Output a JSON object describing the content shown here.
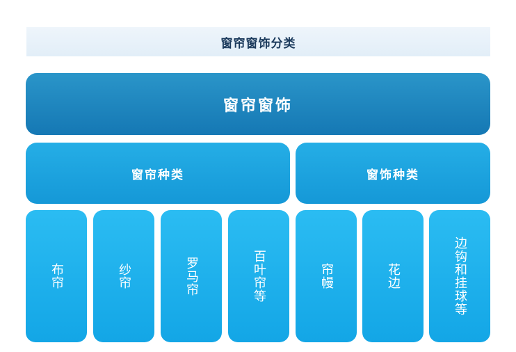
{
  "title": "窗帘窗饰分类",
  "root": {
    "label": "窗帘窗饰"
  },
  "categories": [
    {
      "label": "窗帘种类",
      "items": [
        "布帘",
        "纱帘",
        "罗马帘",
        "百叶帘等"
      ]
    },
    {
      "label": "窗饰种类",
      "items": [
        "帘幔",
        "花边",
        "边钩和挂球等"
      ]
    }
  ],
  "colors": {
    "title_bg": "#e2eef8",
    "root": "#1578b4",
    "category": "#1598d7",
    "leaf": "#13a6e6",
    "text": "#ffffff",
    "title_text": "#1b3a5c"
  }
}
